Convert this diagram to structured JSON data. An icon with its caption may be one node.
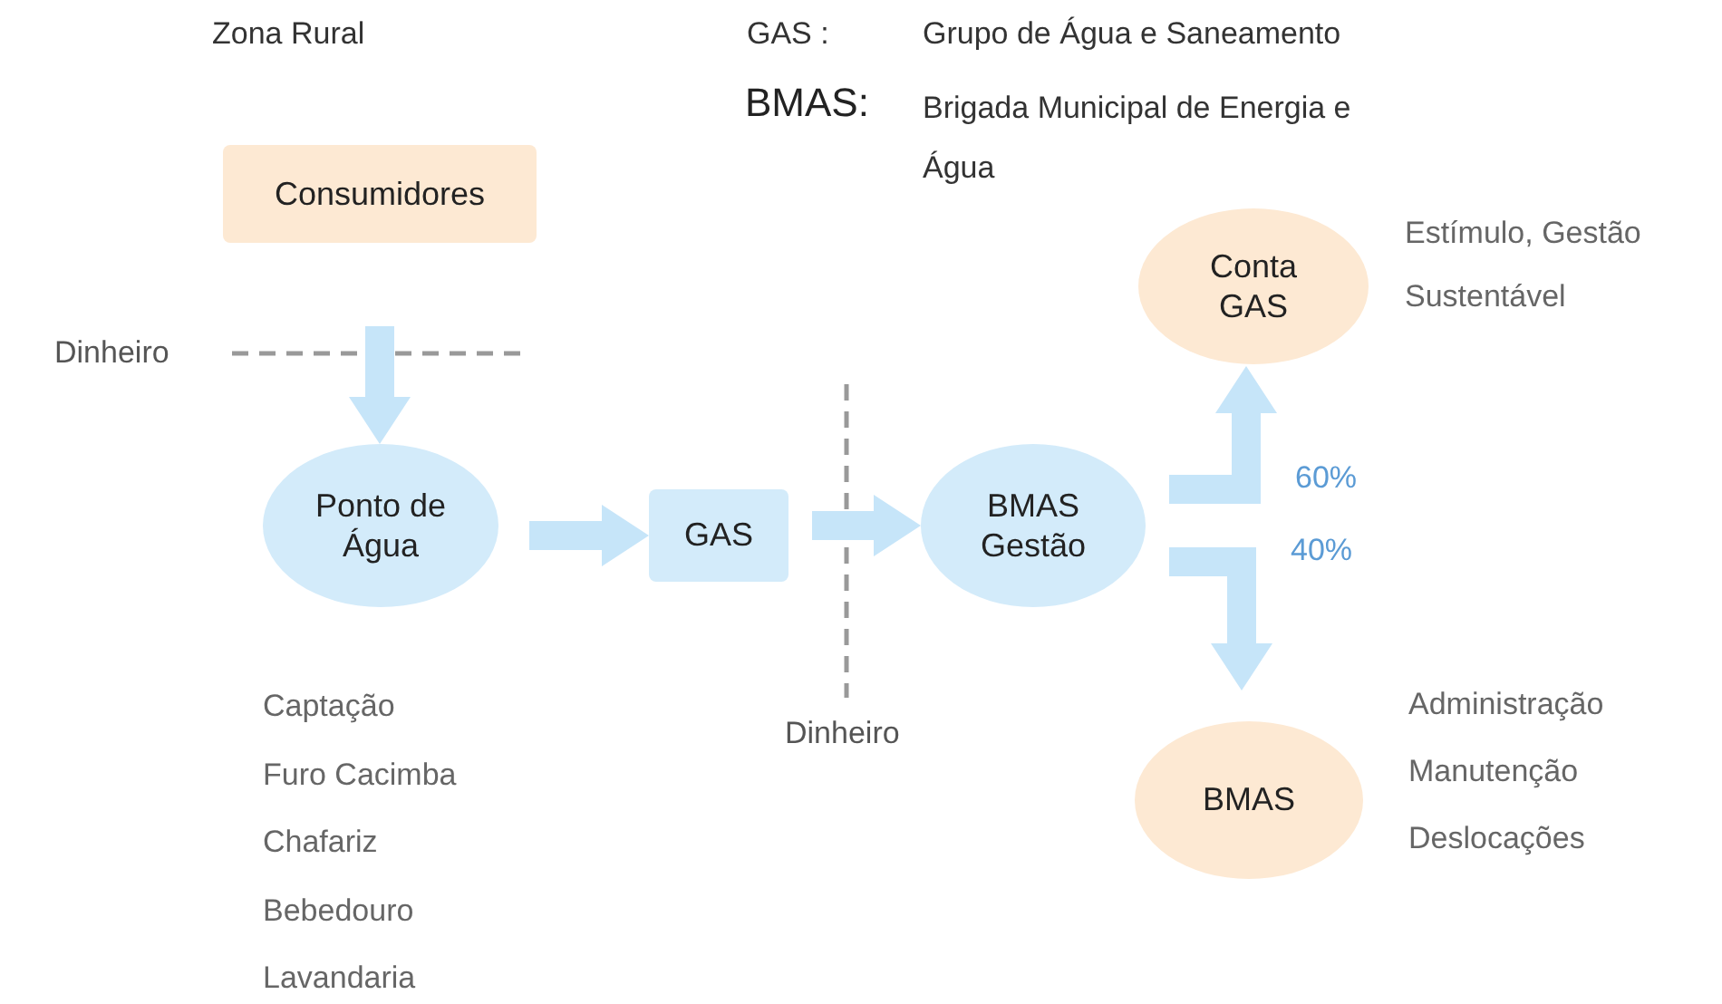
{
  "diagram": {
    "nodes": [
      {
        "text": [
          "Consumidores"
        ]
      },
      {
        "text": [
          "Ponto de Água"
        ],
        "beside": [
          "Captação",
          "Furo Cacimba",
          "Chafariz",
          "Bebedouro",
          "Lavandaria"
        ]
      },
      {
        "text": [
          "GAS"
        ]
      },
      {
        "text": [
          "BMAS Gestão"
        ]
      },
      {
        "text": [
          "Conta GAS"
        ],
        "beside": [
          "Estímulo, Gestão Sustentável"
        ]
      },
      {
        "text": [
          "BMAS"
        ],
        "beside": [
          "Administração",
          "Manutenção",
          "Deslocações"
        ]
      }
    ],
    "edges": [
      {
        "from": 0,
        "to": 1,
        "arrow": "to",
        "style": "thick"
      },
      {
        "from": 1,
        "to": 2,
        "arrow": "to",
        "style": "thick"
      },
      {
        "from": 2,
        "to": 3,
        "arrow": "to",
        "style": "thick"
      },
      {
        "from": 3,
        "to": 4,
        "arrow": "to",
        "style": "thick",
        "label": "60%"
      },
      {
        "from": 3,
        "to": 5,
        "arrow": "to",
        "style": "thick",
        "label": "40%"
      }
    ],
    "labels": [
      "Zona Rural",
      "GAS :",
      "Grupo de Água e Saneamento",
      "BMAS:",
      "Brigada Municipal de Energia e Água",
      "Dinheiro",
      "Dinheiro"
    ]
  }
}
